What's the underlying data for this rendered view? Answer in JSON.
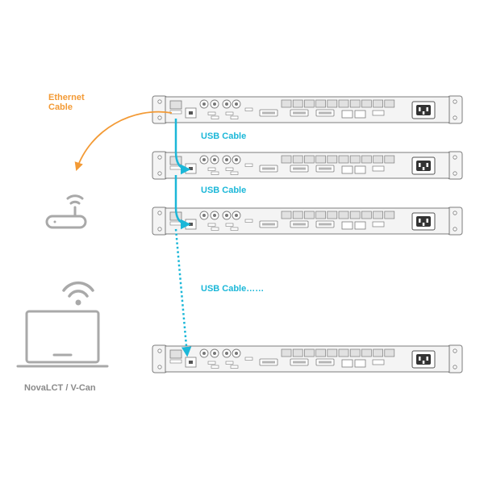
{
  "labels": {
    "ethernet_line1": "Ethernet",
    "ethernet_line2": "Cable",
    "usb_1": "USB Cable",
    "usb_2": "USB Cable",
    "usb_3": "USB Cable……",
    "computer": "NovaLCT / V-Can"
  },
  "colors": {
    "ethernet": "#f39a35",
    "usb": "#1bb7d8",
    "device_stroke": "#7d7d7d",
    "device_fill": "#f4f4f4",
    "port_fill": "#e1e1e1",
    "icon": "#a9a9a9",
    "label_gray": "#8a8a8a"
  },
  "devices": [
    {
      "name": "controller-1"
    },
    {
      "name": "controller-2"
    },
    {
      "name": "controller-3"
    },
    {
      "name": "controller-4"
    }
  ]
}
